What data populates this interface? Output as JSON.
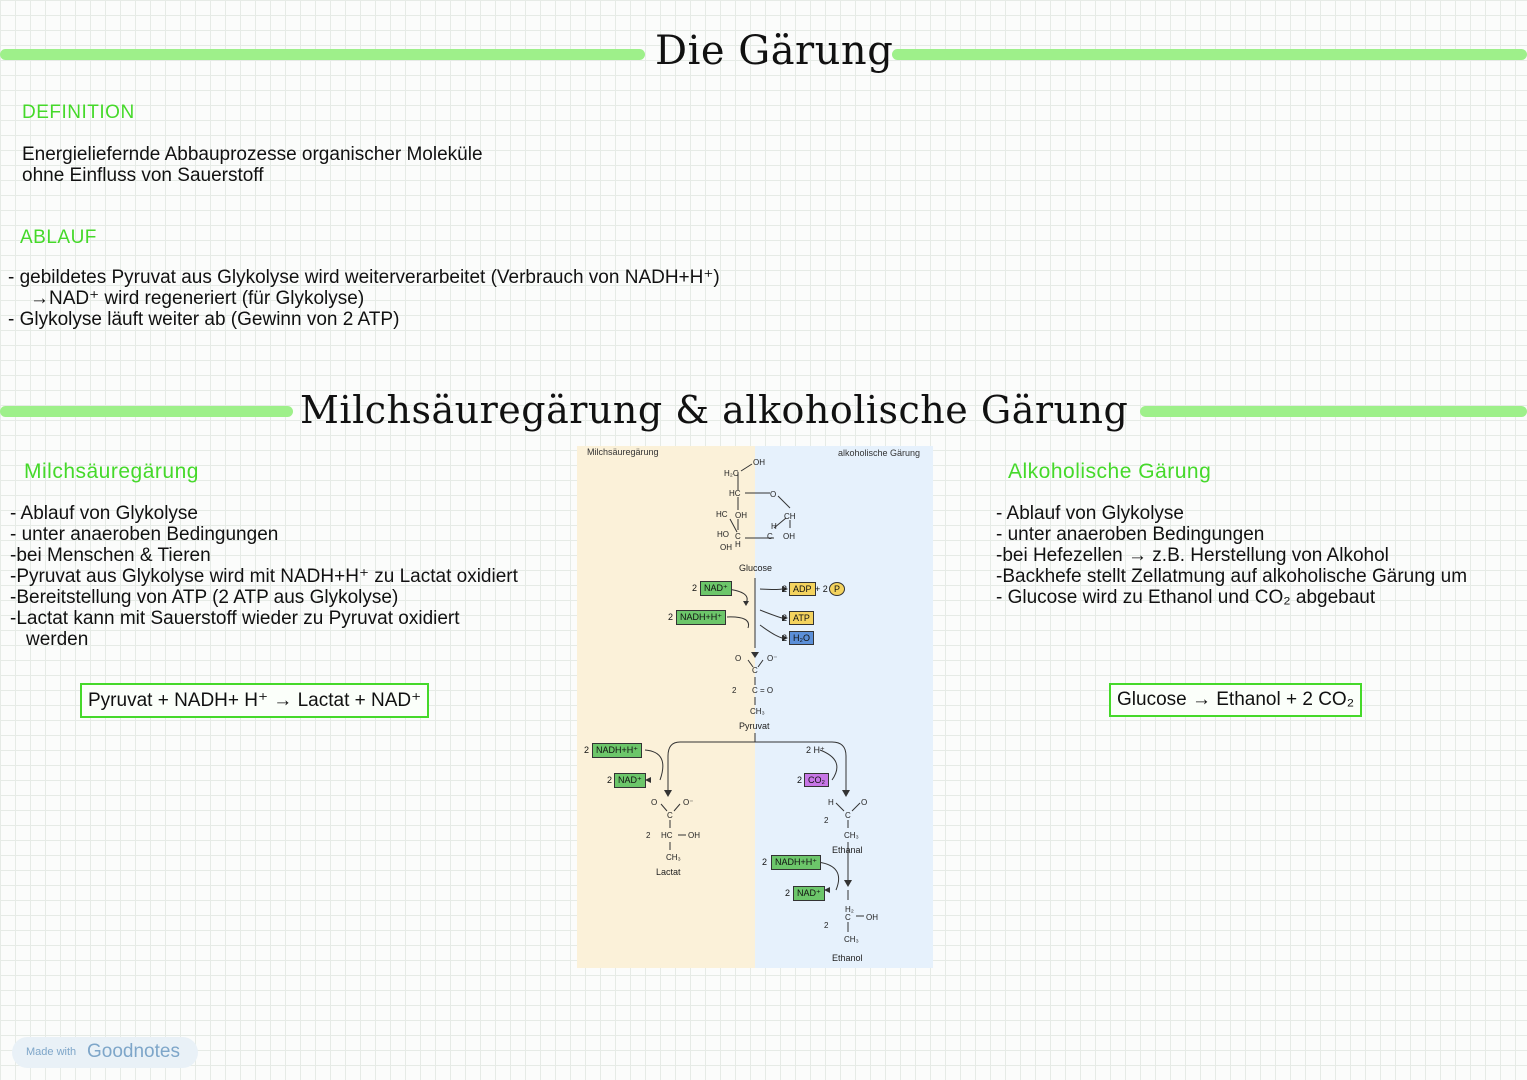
{
  "page_title": "Die Gärung",
  "definition": {
    "heading": "DEFINITION",
    "lines": [
      "Energieliefernde Abbauprozesse organischer Moleküle",
      "ohne Einfluss von Sauerstoff"
    ]
  },
  "ablauf": {
    "heading": "ABLAUF",
    "lines": [
      "- gebildetes Pyruvat aus Glykolyse wird weiterverarbeitet (Verbrauch von NADH+H⁺)",
      "→NAD⁺ wird regeneriert (für Glykolyse)",
      "- Glykolyse läuft weiter ab (Gewinn von 2 ATP)"
    ]
  },
  "section_title": "Milchsäuregärung & alkoholische Gärung",
  "milch": {
    "heading": "Milchsäuregärung",
    "lines": [
      "- Ablauf von Glykolyse",
      "- unter anaeroben Bedingungen",
      "-bei Menschen & Tieren",
      "-Pyruvat aus Glykolyse wird mit NADH+H⁺ zu Lactat oxidiert",
      "-Bereitstellung von ATP (2 ATP aus Glykolyse)",
      "-Lactat kann mit Sauerstoff wieder zu Pyruvat oxidiert",
      "werden"
    ],
    "equation": "Pyruvat + NADH+ H⁺ → Lactat + NAD⁺"
  },
  "alkohol": {
    "heading": "Alkoholische Gärung",
    "lines": [
      "- Ablauf von Glykolyse",
      "- unter anaeroben Bedingungen",
      "-bei Hefezellen → z.B. Herstellung von Alkohol",
      "-Backhefe stellt Zellatmung auf alkoholische Gärung um",
      "- Glucose wird zu Ethanol und CO₂ abgebaut"
    ],
    "equation": "Glucose → Ethanol + 2 CO₂"
  },
  "diagram": {
    "left_label": "Milchsäuregärung",
    "right_label": "alkoholische Gärung",
    "glucose": "Glucose",
    "pyruvat": "Pyruvat",
    "lactat": "Lactat",
    "ethanal": "Ethanal",
    "ethanol": "Ethanol",
    "nad": "NAD⁺",
    "nadh": "NADH+H⁺",
    "adp": "ADP",
    "atp": "ATP",
    "h2o": "H₂O",
    "co2": "CO₂",
    "p": "P",
    "h_plus": "2 H⁺",
    "two": "2",
    "plus_two": "+ 2"
  },
  "colors": {
    "accent": "#45d92a",
    "bar": "#9ef08a",
    "left_panel": "#fbf1d9",
    "right_panel": "#e6f1fc"
  },
  "footer": {
    "small": "Made with",
    "brand": "Goodnotes"
  }
}
